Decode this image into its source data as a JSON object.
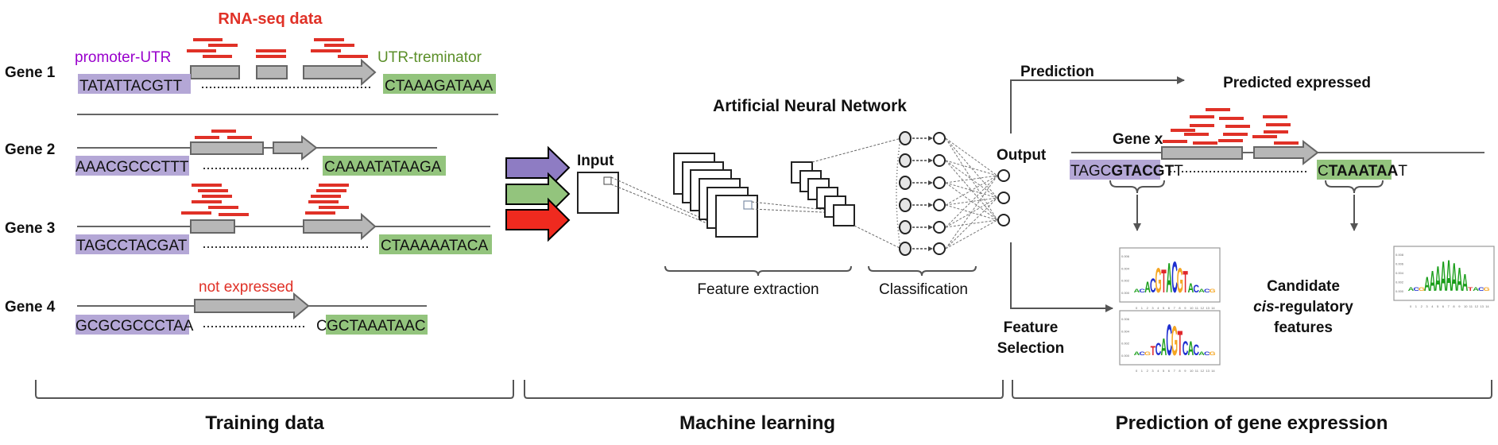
{
  "colors": {
    "promoter": "#b4a7d6",
    "terminator": "#93c47d",
    "read": "#e03127",
    "exon": "#b7b7b7",
    "exon_stroke": "#666666",
    "line": "#666666",
    "purple_text": "#9900cc",
    "green_text": "#5b8f29",
    "red_text": "#e03127",
    "arrow_purple": "#8e7cc3",
    "arrow_green": "#93c47d",
    "arrow_red": "#ef2a1f"
  },
  "training": {
    "rnaseq_label": "RNA-seq data",
    "promoter_label": "promoter-UTR",
    "terminator_label": "UTR-treminator",
    "not_expressed_label": "not expressed",
    "genes": [
      {
        "name": "Gene 1",
        "promoter_seq": "TATATTACGTT",
        "terminator_seq": "CTAAAGATAAA",
        "terminator_prefix": ""
      },
      {
        "name": "Gene 2",
        "promoter_seq": "AAACGCCCTTT",
        "terminator_seq": "CAAAATATAAGA",
        "terminator_prefix": ""
      },
      {
        "name": "Gene 3",
        "promoter_seq": "TAGCCTACGAT",
        "terminator_seq": "CTAAAAATACA",
        "terminator_prefix": ""
      },
      {
        "name": "Gene 4",
        "promoter_seq": "GCGCGCCCTAA",
        "terminator_seq": "GCTAAATAAC",
        "terminator_prefix": "C"
      }
    ]
  },
  "ml": {
    "title": "Artificial Neural Network",
    "input_label": "Input",
    "feature_extraction_label": "Feature extraction",
    "classification_label": "Classification",
    "output_label": "Output"
  },
  "prediction": {
    "prediction_label": "Prediction",
    "predicted_expressed_label": "Predicted expressed",
    "gene_label": "Gene x",
    "promoter_seq_prefix": "TAGC",
    "promoter_seq_bold": "GTACGT",
    "promoter_seq_suffix": "T",
    "terminator_seq_prefix": "C",
    "terminator_seq_bold": "TAAATAA",
    "terminator_seq_suffix": "T",
    "feature_selection_line1": "Feature",
    "feature_selection_line2": "Selection",
    "candidate_line1": "Candidate",
    "candidate_line2_italic": "cis",
    "candidate_line2_rest": "-regulatory",
    "candidate_line3": "features",
    "motif1_letters": "ACGTACGTAC",
    "motif2_letters": "TCACGTCAC",
    "motif3_letters": "AAAAAAAA",
    "motif_y_ticks_a": [
      "0.006",
      "0.004",
      "0.002",
      "0.000"
    ],
    "motif_y_ticks_b": [
      "0.008",
      "0.006",
      "0.004",
      "0.002",
      "0.000"
    ],
    "motif_x_ticks": [
      "0",
      "1",
      "2",
      "3",
      "4",
      "5",
      "6",
      "7",
      "8",
      "9",
      "10",
      "11",
      "12",
      "13",
      "14"
    ]
  },
  "sections": {
    "training": "Training data",
    "ml": "Machine learning",
    "prediction": "Prediction of gene expression"
  }
}
